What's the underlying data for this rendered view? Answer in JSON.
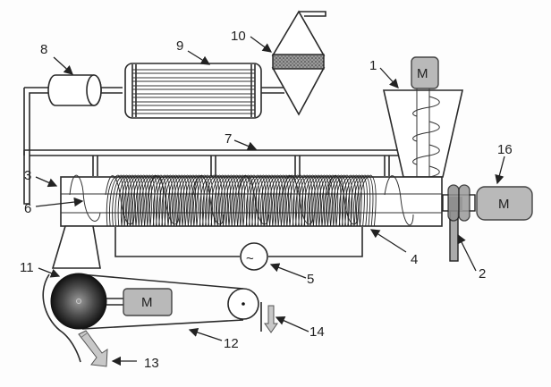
{
  "diagram": {
    "type": "schematic",
    "labels": {
      "l1": "1",
      "l2": "2",
      "l3": "3",
      "l4": "4",
      "l5": "5",
      "l6": "6",
      "l7": "7",
      "l8": "8",
      "l9": "9",
      "l10": "10",
      "l11": "11",
      "l12": "12",
      "l13": "13",
      "l14": "14",
      "l16": "16"
    },
    "motor_label": "M",
    "ac_source_symbol": "~",
    "colors": {
      "line": "#2a2a2a",
      "motor_fill": "#b9b9b9",
      "drum": "#1a1a1a",
      "filter_fill": "#8a8a8a",
      "coupling": "#8f8f8f",
      "arrow_fill": "#c8c8c8"
    }
  }
}
